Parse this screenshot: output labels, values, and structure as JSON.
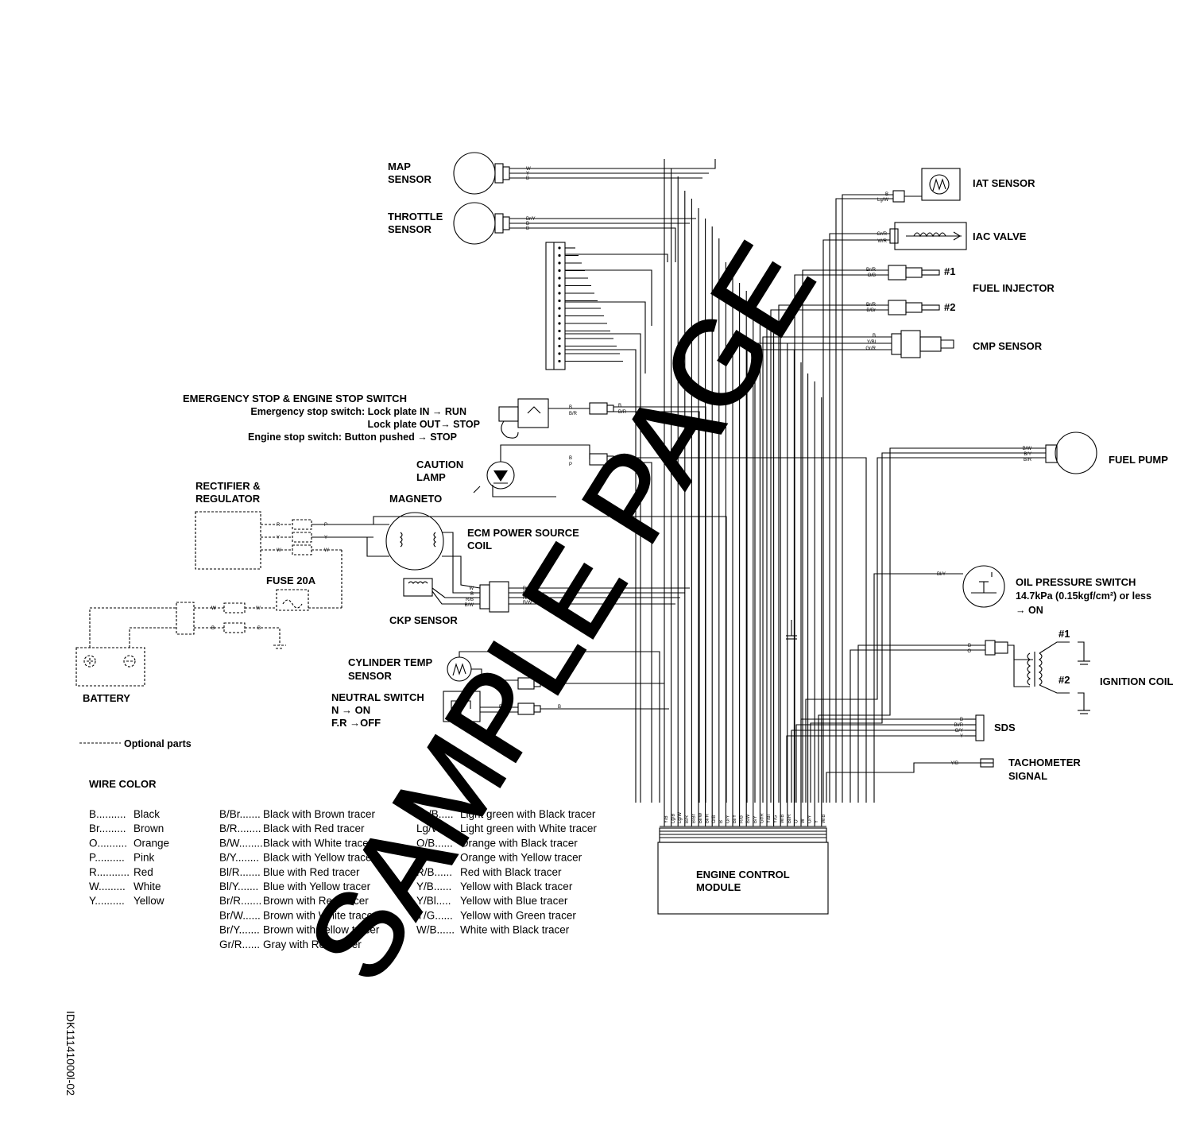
{
  "components": {
    "map_sensor": [
      "MAP",
      "SENSOR"
    ],
    "throttle_sensor": [
      "THROTTLE",
      "SENSOR"
    ],
    "iat_sensor": "IAT SENSOR",
    "iac_valve": "IAC VALVE",
    "fuel_injector": "FUEL INJECTOR",
    "injector_1": "#1",
    "injector_2": "#2",
    "cmp_sensor": "CMP SENSOR",
    "fuel_pump": "FUEL PUMP",
    "caution_lamp": [
      "CAUTION",
      "LAMP"
    ],
    "rectifier": [
      "RECTIFIER &",
      "REGULATOR"
    ],
    "magneto": "MAGNETO",
    "ecm_power": [
      "ECM POWER SOURCE",
      "COIL"
    ],
    "fuse": "FUSE 20A",
    "ckp_sensor": "CKP SENSOR",
    "battery": "BATTERY",
    "cylinder_temp": [
      "CYLINDER TEMP",
      "SENSOR"
    ],
    "neutral_switch": [
      "NEUTRAL SWITCH",
      "N → ON",
      "F.R →OFF"
    ],
    "oil_pressure": [
      "OIL PRESSURE SWITCH",
      "14.7kPa (0.15kgf/cm²) or less",
      "→ ON"
    ],
    "ignition_coil": "IGNITION COIL",
    "coil_1": "#1",
    "coil_2": "#2",
    "sds": "SDS",
    "tachometer": [
      "TACHOMETER",
      "SIGNAL"
    ],
    "ecm": [
      "ENGINE CONTROL",
      "MODULE"
    ],
    "stop_switch": {
      "title": "EMERGENCY STOP & ENGINE STOP SWITCH",
      "line1": "Emergency stop switch: Lock plate IN → RUN",
      "line2": "Lock plate OUT→ STOP",
      "line3": "Engine stop switch: Button pushed → STOP"
    }
  },
  "optional_parts": "Optional parts",
  "wire_color_title": "WIRE COLOR",
  "wire_colors": [
    [
      [
        "B..........",
        "Black"
      ],
      [
        "Br.........",
        "Brown"
      ],
      [
        "O..........",
        "Orange"
      ],
      [
        "P..........",
        "Pink"
      ],
      [
        "R...........",
        "Red"
      ],
      [
        "W.........",
        "White"
      ],
      [
        "Y..........",
        "Yellow"
      ]
    ],
    [
      [
        "B/Br.......",
        "Black with Brown tracer"
      ],
      [
        "B/R........",
        "Black with Red tracer"
      ],
      [
        "B/W........",
        "Black with White tracer"
      ],
      [
        "B/Y........",
        "Black with Yellow tracer"
      ],
      [
        "Bl/R.......",
        "Blue with Red tracer"
      ],
      [
        "Bl/Y.......",
        "Blue with Yellow tracer"
      ],
      [
        "Br/R.......",
        "Brown with Red tracer"
      ],
      [
        "Br/W......",
        "Brown with White tracer"
      ],
      [
        "Br/Y.......",
        "Brown with Yellow tracer"
      ],
      [
        "Gr/R......",
        "Gray with Red tracer"
      ]
    ],
    [
      [
        "Lg/B.....",
        "Light green with Black tracer"
      ],
      [
        "Lg/W.....",
        "Light green with White tracer"
      ],
      [
        "O/B......",
        "Orange with Black tracer"
      ],
      [
        "O/Y......",
        "Orange with Yellow tracer"
      ],
      [
        "R/B......",
        "Red with Black tracer"
      ],
      [
        "Y/B......",
        "Yellow with Black tracer"
      ],
      [
        "Y/Bl.....",
        "Yellow with Blue tracer"
      ],
      [
        "Y/G......",
        "Yellow with Green tracer"
      ],
      [
        "W/B......",
        "White with Black tracer"
      ]
    ]
  ],
  "wire_codes": {
    "map": [
      "W",
      "Y",
      "B"
    ],
    "throttle": [
      "Br/Y",
      "B",
      "B"
    ],
    "iat": [
      "B",
      "Lg/W"
    ],
    "iac": [
      "Gr/R",
      "W/R"
    ],
    "inj1": [
      "Br/R",
      "O/B"
    ],
    "inj2": [
      "Br/R",
      "B/Br"
    ],
    "cmp": [
      "B",
      "Y/Bl",
      "Gr/R"
    ],
    "stop": [
      "B",
      "B/R"
    ],
    "caution": [
      "B",
      "P"
    ],
    "caution_right": [
      "Gr/R",
      "P"
    ],
    "fuel_pump": [
      "B/W",
      "B/Y",
      "B/R"
    ],
    "rect": [
      "R",
      "Y",
      "W"
    ],
    "rect_out": [
      "P",
      "Y",
      "W"
    ],
    "fuse": [
      "W",
      "W"
    ],
    "batt": [
      "B",
      "B"
    ],
    "ckp": [
      "W",
      "B",
      "R/B",
      "B/W"
    ],
    "ckp_right": [
      "Br/W",
      "Br/R",
      "R/B",
      "B/W"
    ],
    "cyl": [
      "B",
      "B"
    ],
    "cyl_right": [
      "Lg/B"
    ],
    "neutral": [
      "Br",
      "Y/Bl"
    ],
    "neutral_right": [
      "B"
    ],
    "oil": [
      "Bl/Y"
    ],
    "ign": [
      "B",
      "O"
    ],
    "sds": [
      "B",
      "Bl/R",
      "O/Y",
      "Y"
    ],
    "tach": [
      "Y/B"
    ],
    "ecm_pins": [
      "Y/B",
      "Lg/B",
      "Lg/W",
      "B/R",
      "B/Br",
      "Br/W",
      "Br/R",
      "O/B",
      "B",
      "O/Y",
      "Bl/Y",
      "R/B",
      "B/W",
      "B/Y",
      "Gr/R",
      "Y/Bl",
      "Y/G",
      "W/B",
      "Bl/R",
      "O",
      "W",
      "O/Y",
      "Y",
      "W/B"
    ]
  },
  "watermark": "SAMPLE PAGE",
  "doc_id": "IDK11141000l-02"
}
